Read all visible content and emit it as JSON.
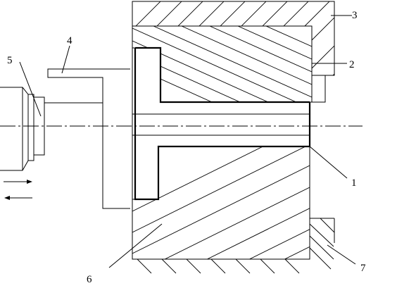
{
  "labels": {
    "l1": "1",
    "l2": "2",
    "l3": "3",
    "l4": "4",
    "l5": "5",
    "l6": "6",
    "l7": "7"
  }
}
